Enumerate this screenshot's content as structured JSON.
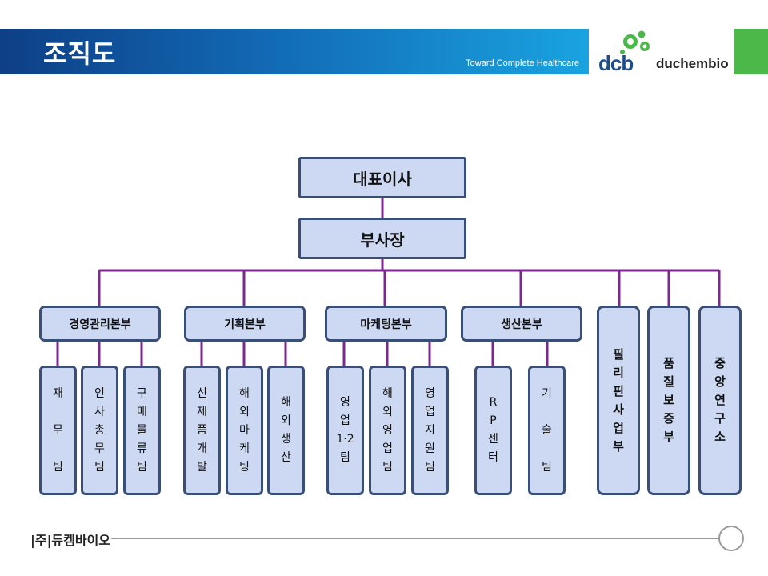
{
  "header": {
    "title": "조직도",
    "tagline": "Toward Complete Healthcare",
    "logo_mark": "dcb",
    "logo_name": "duchembio",
    "accent_green": "#4cb849",
    "logo_blue": "#1c4e8f"
  },
  "org": {
    "ceo": "대표이사",
    "vp": "부사장",
    "divisions": [
      {
        "label": "경영관리본부",
        "teams": [
          "재\n\n무\n\n팀",
          "인\n사\n총\n무\n팀",
          "구\n매\n물\n류\n팀"
        ]
      },
      {
        "label": "기획본부",
        "teams": [
          "신\n제\n품\n개\n발",
          "해\n외\n마\n케\n팅",
          "해\n외\n생\n산"
        ]
      },
      {
        "label": "마케팅본부",
        "teams": [
          "영\n업\n1·2\n팀",
          "해\n외\n영\n업\n팀",
          "영\n업\n지\n원\n팀"
        ]
      },
      {
        "label": "생산본부",
        "teams": [
          "R\nP\n센\n터",
          "기\n\n술\n\n팀"
        ]
      }
    ],
    "standalone": [
      "필\n리\n핀\n사\n업\n부",
      "품\n질\n보\n증\n부",
      "중\n앙\n연\n구\n소"
    ]
  },
  "footer": {
    "company": "|주|듀켐바이오"
  }
}
